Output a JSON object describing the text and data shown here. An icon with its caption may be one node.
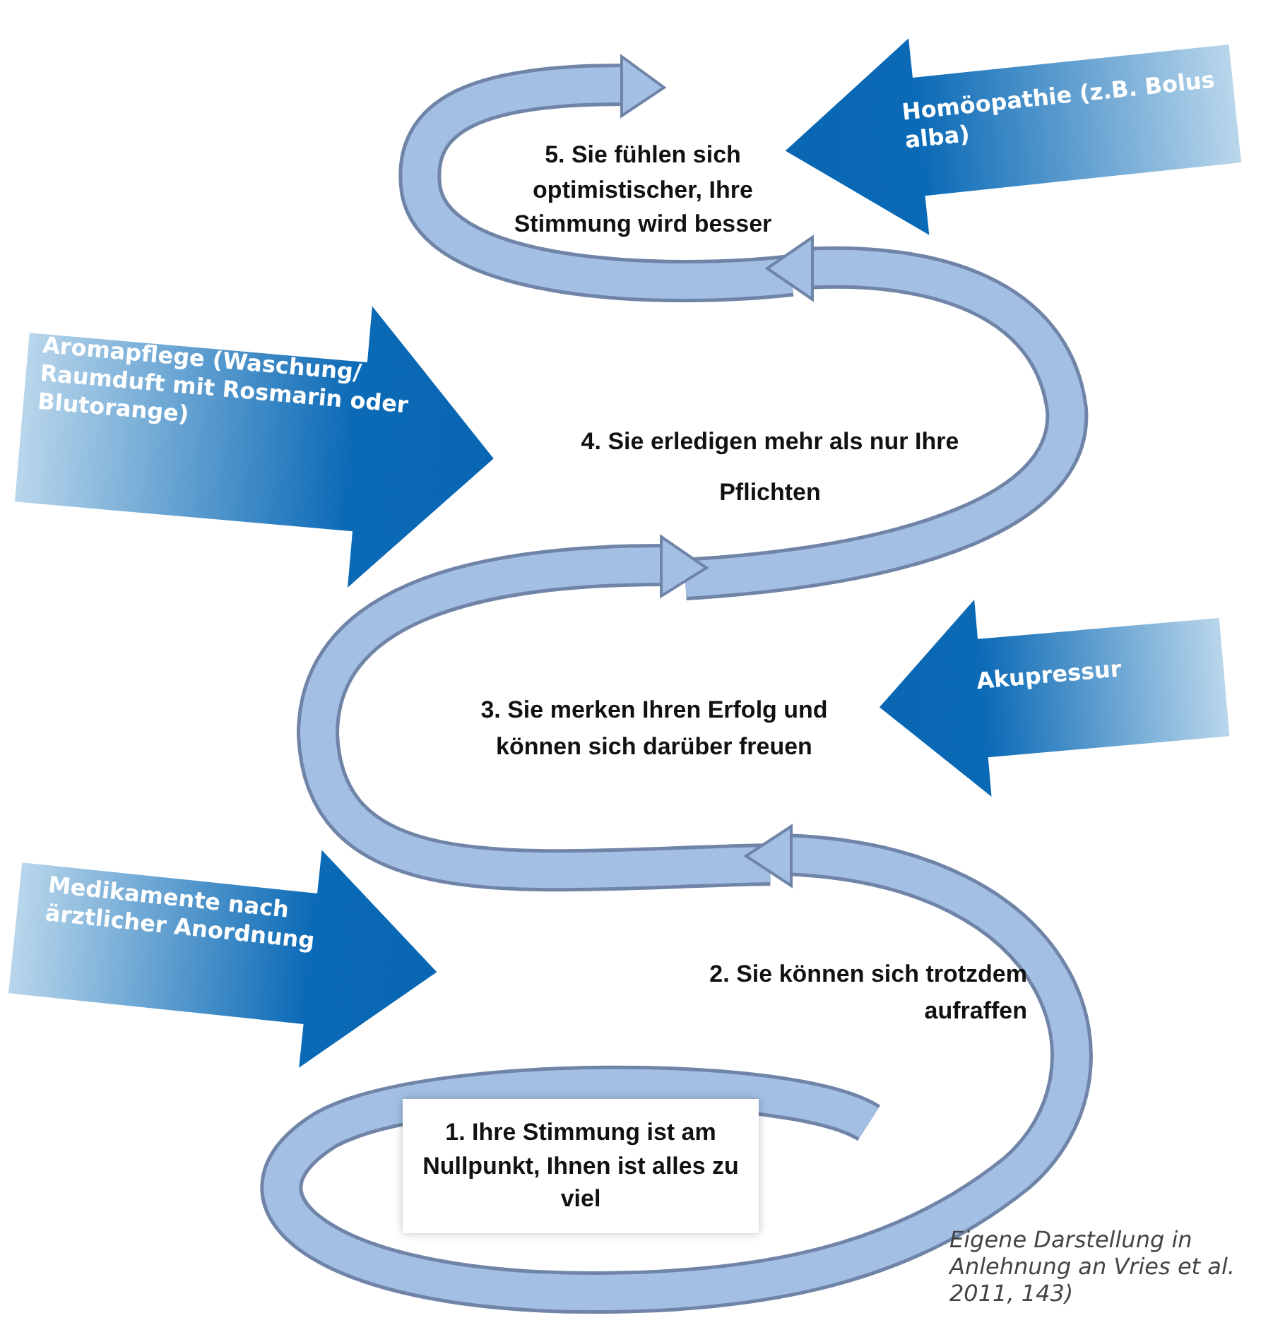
{
  "diagram": {
    "caption": "Eigene Darstellung in Anlehnung an Vries et al. 2011, 143)",
    "nodes": [
      {
        "text": [
          "Homöopathie (z.B. Bolus alba)"
        ]
      },
      {
        "text": [
          "5. Sie fühlen sich optimistischer, Ihre Stimmung wird besser"
        ]
      },
      {
        "text": [
          "Aromapflege (Waschung/ Raumduft mit Rosmarin oder Blutorange)"
        ]
      },
      {
        "text": [
          "4. Sie erledigen mehr als nur Ihre Pflichten"
        ]
      },
      {
        "text": [
          "Akupressur"
        ]
      },
      {
        "text": [
          "3. Sie merken Ihren Erfolg und können sich darüber freuen"
        ]
      },
      {
        "text": [
          "Medikamente nach ärztlicher Anordnung"
        ]
      },
      {
        "text": [
          "2. Sie können sich trotzdem aufraffen"
        ]
      },
      {
        "text": [
          "1. Ihre Stimmung ist am Nullpunkt, Ihnen ist alles zu viel"
        ]
      }
    ]
  }
}
